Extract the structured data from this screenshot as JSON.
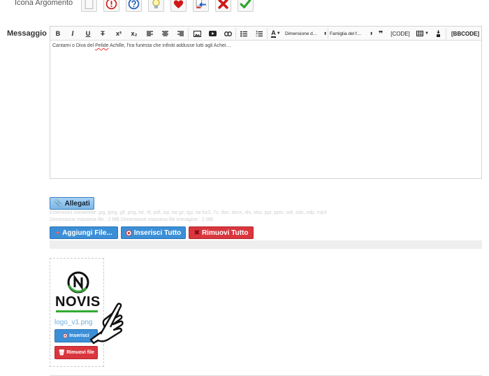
{
  "topic_icon": {
    "label": "Icona Argomento",
    "icons": [
      {
        "name": "document-icon"
      },
      {
        "name": "exclamation-icon"
      },
      {
        "name": "question-icon"
      },
      {
        "name": "lightbulb-icon"
      },
      {
        "name": "heart-icon"
      },
      {
        "name": "transfer-icon"
      },
      {
        "name": "cross-icon"
      },
      {
        "name": "checkmark-icon"
      }
    ]
  },
  "message": {
    "label": "Messaggio",
    "content_before": "Cantami o Diva del ",
    "content_spell": "Pelide",
    "content_after": " Achille, l'ira funesta che infiniti addusse lutti agli Achei…"
  },
  "toolbar": {
    "bold": "B",
    "italic": "I",
    "underline": "U",
    "strike": "T",
    "superscript": "x²",
    "subscript": "x₂",
    "text_color": "A",
    "font_size": "Dimensione d…",
    "font_family": "Famiglia del f…",
    "quote": "❞",
    "code": "[CODE]",
    "bbcode": "[BBCODE]"
  },
  "attachments": {
    "toggle_label": "Allegati",
    "hint_extensions": "Estensioni consentite: jpg, jpeg, gif, png, txt, rtf, pdf, zip, tar.gz, tgz, tar.bz2, 7z, doc, docx, xls, xlsx, ppt, pptx, odt, ods, odp, mp3",
    "hint_sizes": "Dimensione massima file : 2 MB Dimensione massima file immagine : 2 MB",
    "add_files": "Aggiungi File...",
    "insert_all": "Inserisci Tutto",
    "remove_all": "Rimuovi Tutto"
  },
  "file_card": {
    "logo_text": "NOVIS",
    "file_name": "logo_v1.png",
    "insert_label": "Inserisci",
    "remove_label": "Rimuovi file"
  },
  "colors": {
    "accent_blue": "#3b8fd7",
    "danger_red": "#d9363e",
    "link_blue": "#6aaee0"
  }
}
